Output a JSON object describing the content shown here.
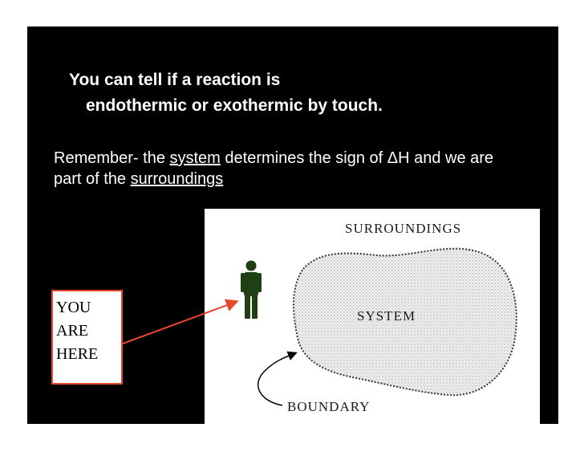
{
  "heading": {
    "line1": "You can tell if a reaction is",
    "line2": "endothermic or exothermic by touch."
  },
  "body": {
    "text_a": "Remember- the ",
    "system_word": "system",
    "text_b": " determines the sign of ΔH and we are part of the ",
    "surroundings_word": "surroundings"
  },
  "callout": {
    "line1": "YOU",
    "line2": "ARE",
    "line3": "HERE"
  },
  "diagram": {
    "surroundings_label": "SURROUNDINGS",
    "system_label": "SYSTEM",
    "boundary_label": "BOUNDARY"
  },
  "colors": {
    "slide_background": "#000000",
    "callout_border": "#e5482b",
    "person_color": "#1f3f14"
  },
  "icons": [
    "person-icon"
  ]
}
